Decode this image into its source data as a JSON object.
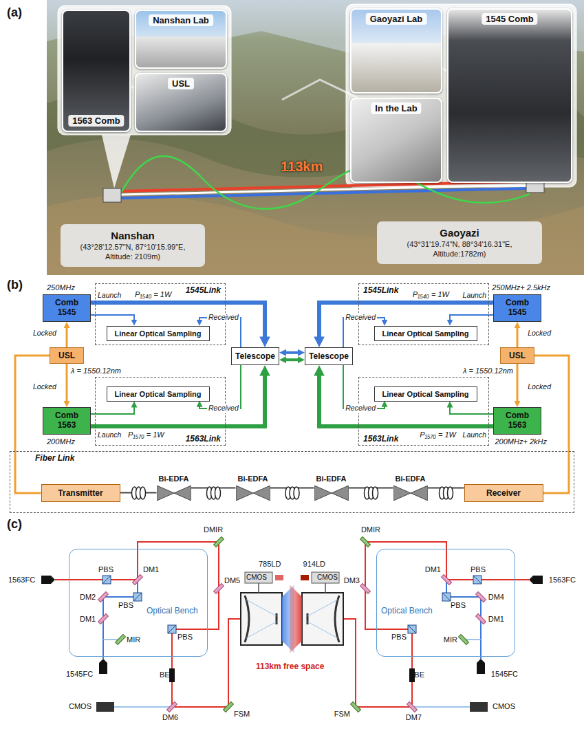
{
  "diagram": {
    "nodes": [
      {
        "text": [
          "1563 Comb"
        ]
      },
      {
        "text": [
          "Nanshan Lab"
        ]
      },
      {
        "text": [
          "USL"
        ]
      },
      {
        "text": [
          "Gaoyazi Lab"
        ]
      },
      {
        "text": [
          "In the Lab"
        ]
      },
      {
        "text": [
          "1545 Comb"
        ]
      },
      {
        "text": [
          "Nanshan",
          "(43°28'12.57\"N, 87°10'15.99\"E, Altitude: 2109m)"
        ]
      },
      {
        "text": [
          "Gaoyazi",
          "(43°31'19.74\"N, 88°34'16.31\"E, Altitude:1782m)"
        ]
      },
      {
        "text": [
          "Comb 1545"
        ]
      },
      {
        "text": [
          "1545Link"
        ]
      },
      {
        "text": [
          "Linear Optical Sampling"
        ],
        "in": 9
      },
      {
        "text": [
          "1545Link"
        ]
      },
      {
        "text": [
          "Linear Optical Sampling"
        ],
        "in": 11
      },
      {
        "text": [
          "Comb 1545"
        ]
      },
      {
        "text": [
          "USL"
        ]
      },
      {
        "text": [
          "Telescope"
        ]
      },
      {
        "text": [
          "Telescope"
        ]
      },
      {
        "text": [
          "USL"
        ]
      },
      {
        "text": [
          "Comb 1563"
        ]
      },
      {
        "text": [
          "1563Link"
        ]
      },
      {
        "text": [
          "Linear Optical Sampling"
        ],
        "in": 19
      },
      {
        "text": [
          "1563Link"
        ]
      },
      {
        "text": [
          "Linear Optical Sampling"
        ],
        "in": 21
      },
      {
        "text": [
          "Comb 1563"
        ]
      },
      {
        "text": [
          "Fiber Link"
        ]
      },
      {
        "text": [
          "Transmitter"
        ],
        "in": 24
      },
      {
        "text": [
          "Bi-EDFA"
        ],
        "in": 24
      },
      {
        "text": [
          "Bi-EDFA"
        ],
        "in": 24
      },
      {
        "text": [
          "Bi-EDFA"
        ],
        "in": 24
      },
      {
        "text": [
          "Bi-EDFA"
        ],
        "in": 24
      },
      {
        "text": [
          "Receiver"
        ],
        "in": 24
      },
      {
        "text": [
          "Optical Bench"
        ]
      },
      {
        "text": [
          "Optical Bench"
        ]
      }
    ],
    "edges": [
      {
        "from": 14,
        "to": 8,
        "arrow": "to",
        "label": "Locked"
      },
      {
        "from": 14,
        "to": 18,
        "arrow": "to",
        "label": "Locked"
      },
      {
        "from": 14,
        "to": 25,
        "arrow": "none"
      },
      {
        "from": 8,
        "to": 15,
        "arrow": "to",
        "label": "Launch"
      },
      {
        "from": 8,
        "to": 10,
        "arrow": "to"
      },
      {
        "from": 15,
        "to": 10,
        "arrow": "to",
        "label": "Received"
      },
      {
        "from": 18,
        "to": 15,
        "arrow": "to",
        "label": "Launch"
      },
      {
        "from": 18,
        "to": 20,
        "arrow": "to"
      },
      {
        "from": 15,
        "to": 20,
        "arrow": "to",
        "label": "Received"
      },
      {
        "from": 15,
        "to": 16,
        "arrow": "both"
      },
      {
        "from": 15,
        "to": 16,
        "arrow": "both"
      },
      {
        "from": 13,
        "to": 16,
        "arrow": "to",
        "label": "Launch"
      },
      {
        "from": 13,
        "to": 12,
        "arrow": "to"
      },
      {
        "from": 16,
        "to": 12,
        "arrow": "to",
        "label": "Received"
      },
      {
        "from": 23,
        "to": 16,
        "arrow": "to",
        "label": "Launch"
      },
      {
        "from": 23,
        "to": 22,
        "arrow": "to"
      },
      {
        "from": 16,
        "to": 22,
        "arrow": "to",
        "label": "Received"
      },
      {
        "from": 17,
        "to": 13,
        "arrow": "to",
        "label": "Locked"
      },
      {
        "from": 17,
        "to": 23,
        "arrow": "to",
        "label": "Locked"
      },
      {
        "from": 17,
        "to": 30,
        "arrow": "none"
      },
      {
        "from": 25,
        "to": 26,
        "arrow": "none"
      },
      {
        "from": 26,
        "to": 27,
        "arrow": "none"
      },
      {
        "from": 27,
        "to": 28,
        "arrow": "none"
      },
      {
        "from": 28,
        "to": 29,
        "arrow": "none"
      },
      {
        "from": 29,
        "to": 30,
        "arrow": "none"
      }
    ],
    "labels": [
      "(a)",
      "113km",
      "(b)",
      "250MHz",
      "P₁₅₄₀ = 1W",
      "λ = 1550.12nm",
      "200MHz",
      "P₁₅₇₀ = 1W",
      "250MHz+ 2.5kHz",
      "P₁₅₄₀ = 1W",
      "λ = 1550.12nm",
      "200MHz+ 2kHz",
      "P₁₅₇₀ = 1W",
      "(c)",
      "1563FC",
      "PBS",
      "DM1",
      "DMIR",
      "DM5",
      "DM2",
      "PBS",
      "DM1",
      "MIR",
      "PBS",
      "1545FC",
      "BE",
      "CMOS",
      "DM6",
      "FSM",
      "785LD",
      "CMOS",
      "113km free space",
      "914LD",
      "CMOS",
      "1563FC",
      "PBS",
      "DM1",
      "DMIR",
      "DM3",
      "DM4",
      "PBS",
      "DM1",
      "MIR",
      "PBS",
      "1545FC",
      "BE",
      "CMOS",
      "DM7",
      "FSM"
    ]
  }
}
